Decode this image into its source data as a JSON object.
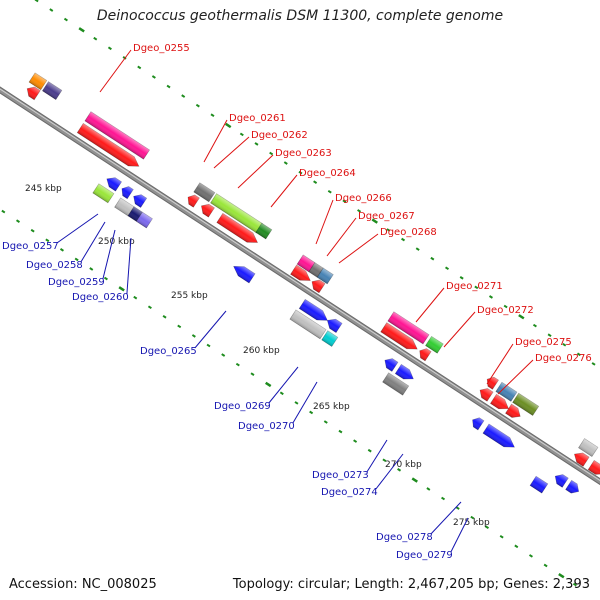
{
  "title": "Deinococcus geothermalis DSM 11300, complete genome",
  "accession_text": "Accession: NC_008025",
  "summary_text": "Topology: circular; Length: 2,467,205 bp; Genes: 2,393",
  "colors": {
    "backbone": "#909090",
    "tick": "#1e8c1e",
    "top_label": "#dd1111",
    "bottom_label": "#1515b0",
    "scale_label": "#222222"
  },
  "scale_labels": [
    "245 kbp",
    "250 kbp",
    "255 kbp",
    "260 kbp",
    "265 kbp",
    "270 kbp",
    "275 kbp"
  ],
  "top_labels": [
    "Dgeo_0255",
    "Dgeo_0261",
    "Dgeo_0262",
    "Dgeo_0263",
    "Dgeo_0264",
    "Dgeo_0266",
    "Dgeo_0267",
    "Dgeo_0268",
    "Dgeo_0271",
    "Dgeo_0272",
    "Dgeo_0275",
    "Dgeo_0276"
  ],
  "bottom_labels": [
    "Dgeo_0257",
    "Dgeo_0258",
    "Dgeo_0259",
    "Dgeo_0260",
    "Dgeo_0265",
    "Dgeo_0269",
    "Dgeo_0270",
    "Dgeo_0273",
    "Dgeo_0274",
    "Dgeo_0278",
    "Dgeo_0279"
  ]
}
